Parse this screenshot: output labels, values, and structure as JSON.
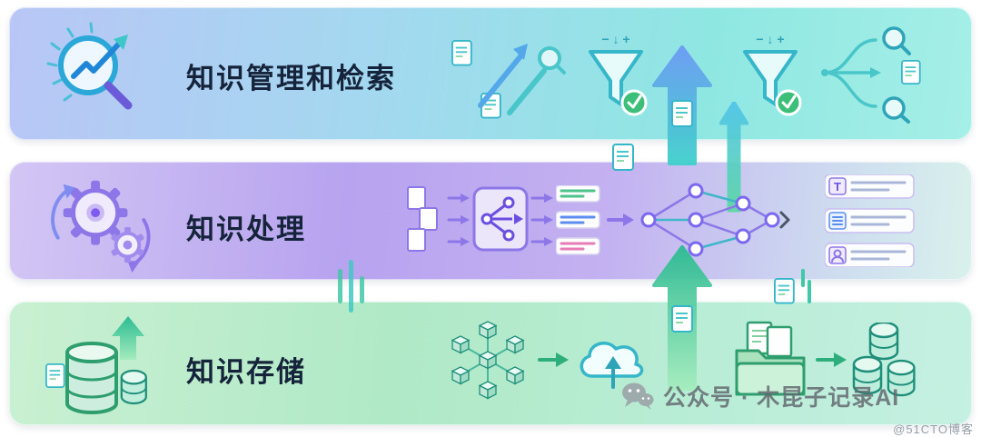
{
  "bands": {
    "retrieval": {
      "label": "知识管理和检索"
    },
    "processing": {
      "label": "知识处理"
    },
    "storage": {
      "label": "知识存储"
    }
  },
  "glyphs": {
    "funnel_controls": "−  ↓  +",
    "text_chip": "T"
  },
  "watermark": {
    "text": "公众号 · 木昆子记录AI"
  },
  "credit": {
    "text": "@51CTO博客"
  },
  "colors": {
    "band_retrieval_start": "#b9c6f6",
    "band_retrieval_end": "#8fe7e2",
    "band_processing_start": "#d3c6f4",
    "band_processing_end": "#d9f1ec",
    "band_storage_start": "#c9f0d2",
    "band_storage_end": "#c5f0e2",
    "arrow_blue": "#6d9bf5",
    "arrow_teal": "#3fd0cb",
    "arrow_green": "#2bbb92",
    "purple_accent": "#8d77e8",
    "teal_accent": "#35b6c9",
    "green_accent": "#2f9e6e",
    "check_green": "#3dbf7a",
    "chip_green": "#4cc38a",
    "chip_blue": "#5b8def",
    "chip_pink": "#e87bb6",
    "text_dark": "#15243a",
    "watermark_gray": "#60656c"
  },
  "icons": {
    "left_retrieval": "magnifier-trend-icon",
    "left_processing": "gears-icon",
    "left_storage": "database-icon",
    "docs_arrows": "documents-rising-arrows-icon",
    "funnel": "filter-funnel-check-icon",
    "route_search": "branch-search-icon",
    "doc_stack": "documents-stack-icon",
    "process_box": "pipeline-branch-icon",
    "list_chips": "result-list-icon",
    "network": "knowledge-graph-icon",
    "output_text": "text-output-icon",
    "output_list": "list-output-icon",
    "output_person": "entity-output-icon",
    "cube_cluster": "distributed-nodes-icon",
    "cloud_upload": "cloud-upload-icon",
    "folder_docs": "folder-documents-icon",
    "db_cluster": "database-cluster-icon",
    "wechat": "wechat-icon",
    "up_arrows": "upward-flow-arrow-icon"
  }
}
